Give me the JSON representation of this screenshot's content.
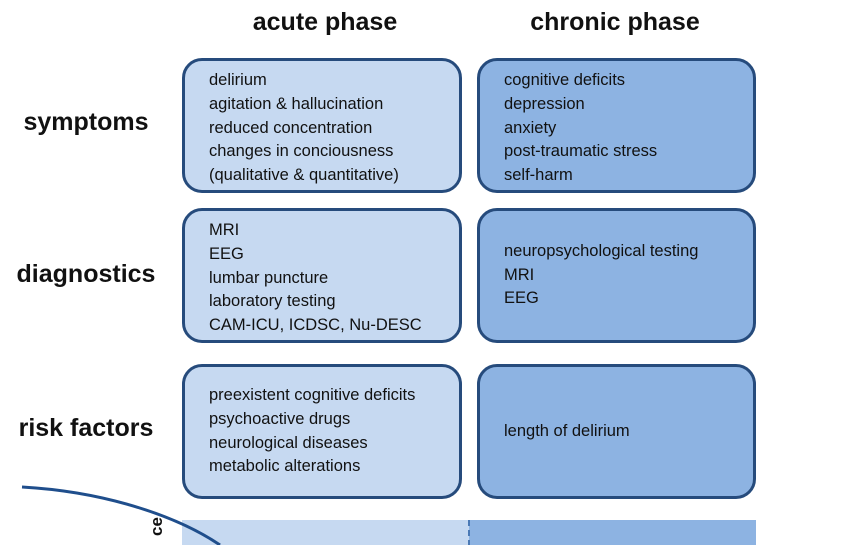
{
  "headers": {
    "acute": "acute phase",
    "chronic": "chronic phase"
  },
  "rows": [
    {
      "label": "symptoms",
      "acute": [
        "delirium",
        "agitation & hallucination",
        "reduced concentration",
        "changes in conciousness",
        "(qualitative & quantitative)"
      ],
      "chronic": [
        "cognitive deficits",
        "depression",
        "anxiety",
        "post-traumatic stress",
        "self-harm"
      ]
    },
    {
      "label": "diagnostics",
      "acute": [
        "MRI",
        "EEG",
        "lumbar puncture",
        "laboratory testing",
        "CAM-ICU, ICDSC, Nu-DESC"
      ],
      "chronic": [
        "neuropsychological testing",
        "MRI",
        "EEG"
      ]
    },
    {
      "label": "risk factors",
      "acute": [
        "preexistent cognitive deficits",
        "psychoactive drugs",
        "neurological diseases",
        "metabolic alterations"
      ],
      "chronic": [
        "length of delirium"
      ]
    }
  ],
  "partial_axis_label": "ce",
  "colors": {
    "acute_fill": "#c6d9f1",
    "chronic_fill": "#8db3e2",
    "border": "#264b7c",
    "curve": "#1f4e8c"
  }
}
